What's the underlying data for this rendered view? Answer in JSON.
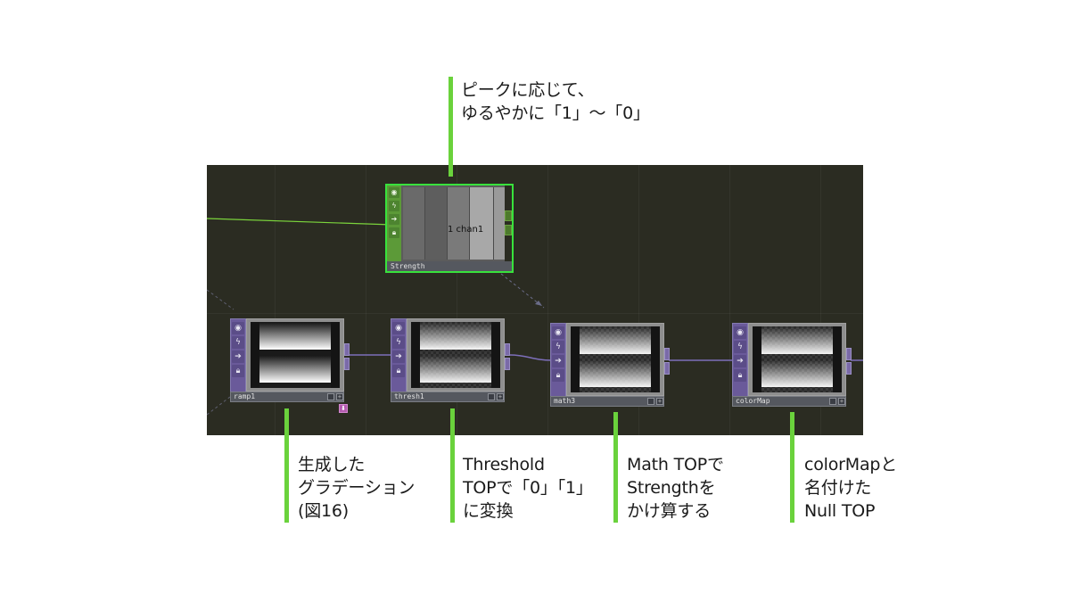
{
  "nodes": {
    "strength": {
      "label": "Strength",
      "channel": "1 chan1"
    },
    "ramp1": {
      "label": "ramp1"
    },
    "thresh1": {
      "label": "thresh1"
    },
    "math3": {
      "label": "math3"
    },
    "colormap": {
      "label": "colorMap"
    }
  },
  "node_icons": [
    "viewer-icon",
    "cook-flag-icon",
    "bypass-arrow-icon",
    "lock-icon"
  ],
  "annotations": {
    "strength": {
      "lines": [
        "ピークに応じて、",
        "ゆるやかに「1」〜「0」"
      ]
    },
    "ramp1": {
      "lines": [
        "生成した",
        "グラデーション",
        "(図16)"
      ]
    },
    "thresh1": {
      "lines": [
        "Threshold",
        "TOPで「0」「1」",
        "に変換"
      ]
    },
    "math3": {
      "lines": [
        "Math TOPで",
        "Strengthを",
        "かけ算する"
      ]
    },
    "colormap": {
      "lines": [
        "colorMapと",
        "名付けた",
        "Null TOP"
      ]
    }
  },
  "colors": {
    "canvas_bg": "#2b2c22",
    "callout_line": "#6ad23c",
    "chop_selected": "#38e23c",
    "top_node": "#6a5a9a"
  }
}
